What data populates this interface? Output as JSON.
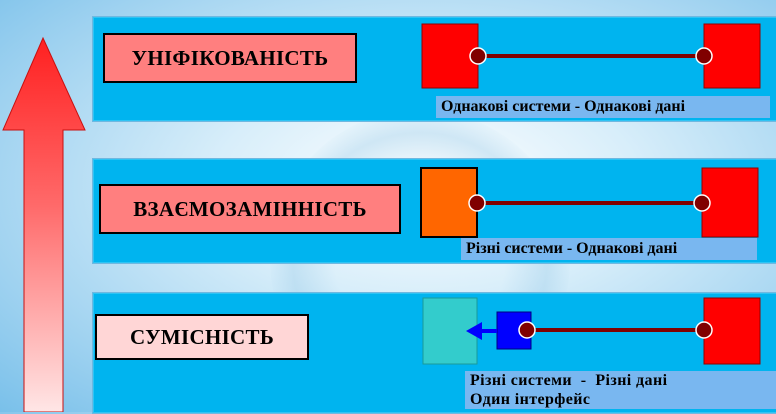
{
  "colors": {
    "band": "#00b4ef",
    "red": "#ff0000",
    "orange": "#ff6600",
    "teal": "#33cccc",
    "blue": "#0000ff",
    "connector": "#800000",
    "label_bg": "#ff7f7f",
    "caption_bg": "#79b7f0"
  },
  "levels": [
    {
      "label": "УНІФІКОВАНІСТЬ",
      "caption": "Однакові системи - Однакові дані"
    },
    {
      "label": "ВЗАЄМОЗАМІННІСТЬ",
      "caption": "Різні системи - Однакові дані"
    },
    {
      "label": "СУМІСНІСТЬ",
      "caption_line1": "Різні системи  -  Різні дані",
      "caption_line2": "Один інтерфейс"
    }
  ]
}
